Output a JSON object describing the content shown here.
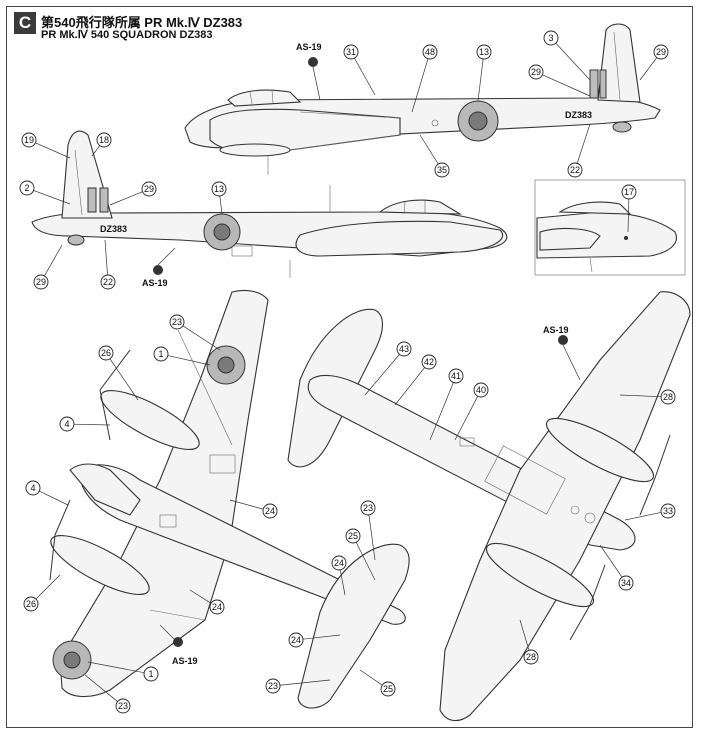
{
  "header": {
    "badge": "C",
    "title_jp": "第540飛行隊所属 PR Mk.Ⅳ DZ383",
    "title_en": "PR Mk.Ⅳ 540 SQUADRON DZ383"
  },
  "serial": "DZ383",
  "as_label": "AS-19",
  "colors": {
    "roundel_outer": "#b8b8b8",
    "roundel_inner": "#7a7a7a",
    "line": "#333333"
  },
  "callouts": [
    "1",
    "2",
    "3",
    "4",
    "13",
    "17",
    "18",
    "19",
    "22",
    "23",
    "24",
    "25",
    "26",
    "28",
    "29",
    "31",
    "33",
    "34",
    "35",
    "40",
    "41",
    "42",
    "43",
    "48"
  ]
}
